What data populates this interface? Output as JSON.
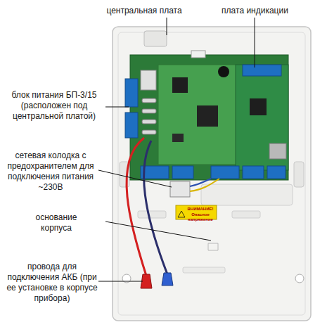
{
  "diagram": {
    "labels": [
      "центральная плата",
      "плата индикации",
      "блок питания БП-3/15 (расположен под центральной платой)",
      "сетевая колодка с предохранителем для подключения питания ~230В",
      "основание корпуса",
      "провода для подключения АКБ (при ее установке в корпусе прибора)",
      "ВНИМАНИЕ!",
      "Опасное напряжение"
    ]
  }
}
